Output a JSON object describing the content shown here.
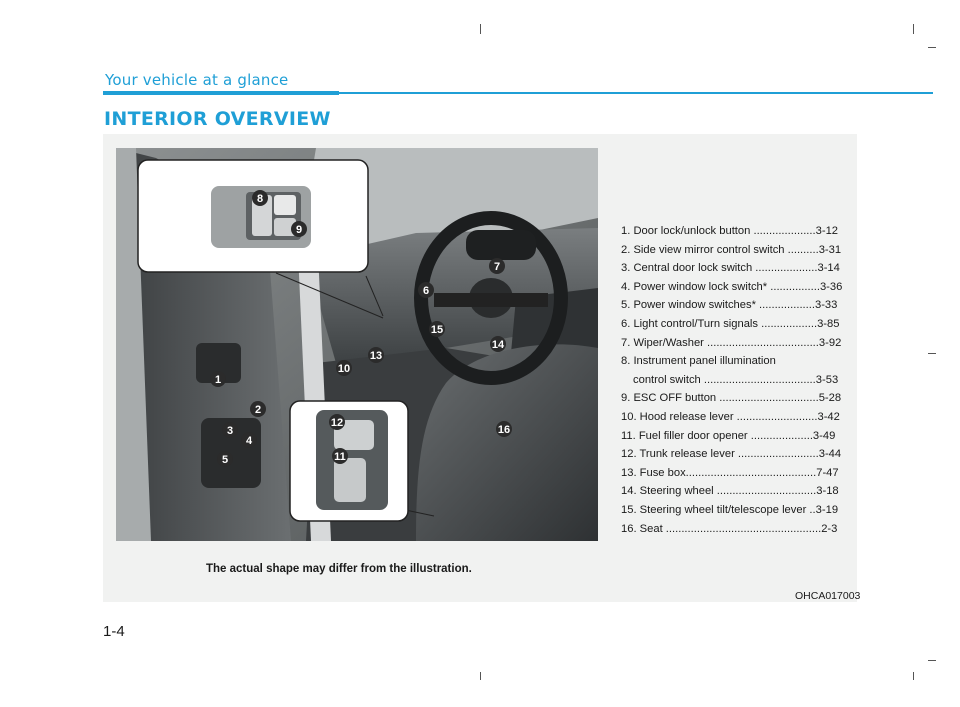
{
  "header": {
    "section": "Your vehicle at a glance",
    "title": "INTERIOR OVERVIEW"
  },
  "figure": {
    "callouts": [
      "1",
      "2",
      "3",
      "4",
      "5",
      "6",
      "7",
      "8",
      "9",
      "10",
      "11",
      "12",
      "13",
      "14",
      "15",
      "16"
    ],
    "caption": "The actual shape may differ from the illustration.",
    "code": "OHCA017003"
  },
  "items": [
    {
      "label": "1. Door lock/unlock button ....................3-12"
    },
    {
      "label": "2. Side view mirror control switch ..........3-31"
    },
    {
      "label": "3. Central door lock switch ....................3-14"
    },
    {
      "label": "4. Power window lock switch* ................3-36"
    },
    {
      "label": "5. Power window switches* ..................3-33"
    },
    {
      "label": "6. Light control/Turn signals ..................3-85"
    },
    {
      "label": "7. Wiper/Washer ....................................3-92"
    },
    {
      "label": "8. Instrument panel illumination"
    },
    {
      "label": "control switch ....................................3-53"
    },
    {
      "label": "9. ESC OFF button ................................5-28"
    },
    {
      "label": "10. Hood release lever ..........................3-42"
    },
    {
      "label": "11. Fuel filler door opener ....................3-49"
    },
    {
      "label": "12. Trunk release lever ..........................3-44"
    },
    {
      "label": "13. Fuse box..........................................7-47"
    },
    {
      "label": "14. Steering wheel ................................3-18"
    },
    {
      "label": "15. Steering wheel tilt/telescope lever ..3-19"
    },
    {
      "label": "16. Seat ..................................................2-3"
    }
  ],
  "footer": {
    "page": "1-4"
  },
  "colors": {
    "accent": "#1f9fd6",
    "panel": "#f1f2f1",
    "badge": "#2b2b2b"
  }
}
